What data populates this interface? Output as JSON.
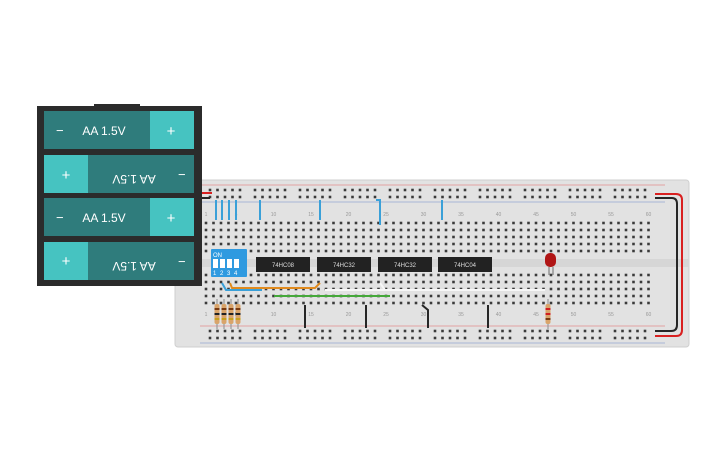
{
  "battery_pack": {
    "cells": [
      {
        "label": "AA 1.5V",
        "minus": "−",
        "plus": "+",
        "orientation": "normal"
      },
      {
        "label": "AA 1.5V",
        "minus": "−",
        "plus": "+",
        "orientation": "flipped"
      },
      {
        "label": "AA 1.5V",
        "minus": "−",
        "plus": "+",
        "orientation": "normal"
      },
      {
        "label": "AA 1.5V",
        "minus": "−",
        "plus": "+",
        "orientation": "flipped"
      }
    ],
    "colors": {
      "case": "#2b2b2b",
      "cell": "#2f7c7c",
      "cap": "#46c3c1"
    }
  },
  "breadboard": {
    "column_numbers": [
      "1",
      "5",
      "10",
      "15",
      "20",
      "25",
      "30",
      "35",
      "40",
      "45",
      "50",
      "55",
      "60"
    ],
    "colors": {
      "board": "#e2e2e2",
      "rail_red": "#e03c3c",
      "rail_blue": "#4a6fc4"
    }
  },
  "dip_switch": {
    "label": "ON",
    "positions": [
      "1",
      "2",
      "3",
      "4"
    ],
    "color": "#2f9ae0"
  },
  "chips": [
    {
      "label": "74HC08"
    },
    {
      "label": "74HC32"
    },
    {
      "label": "74HC32"
    },
    {
      "label": "74HC04"
    }
  ],
  "led": {
    "color": "#b01515"
  },
  "wire_colors": {
    "red": "#d92020",
    "black": "#262626",
    "blue": "#3aa0d8",
    "orange": "#e08a1e",
    "green": "#45a83a",
    "white": "#f0f0f0"
  }
}
